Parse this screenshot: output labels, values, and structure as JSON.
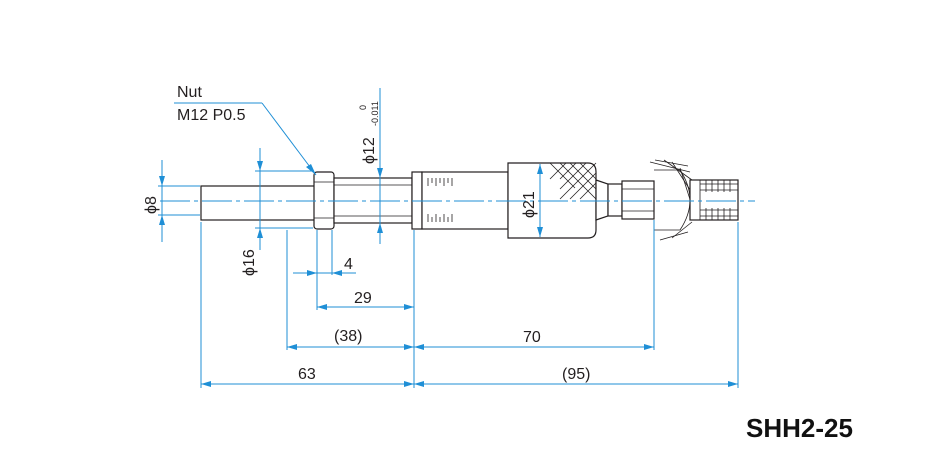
{
  "labels": {
    "nut_name": "Nut",
    "nut_spec": "M12 P0.5",
    "dia_12": "ϕ12",
    "tol_upper": "0",
    "tol_lower": "-0.011",
    "dia_8": "ϕ8",
    "dia_16": "ϕ16",
    "dia_21": "ϕ21",
    "dim_4": "4",
    "dim_29": "29",
    "dim_38": "(38)",
    "dim_70": "70",
    "dim_63": "63",
    "dim_95": "(95)"
  },
  "model": "SHH2-25",
  "colors": {
    "dimension": "#1f8fd6",
    "outline": "#231f20"
  }
}
